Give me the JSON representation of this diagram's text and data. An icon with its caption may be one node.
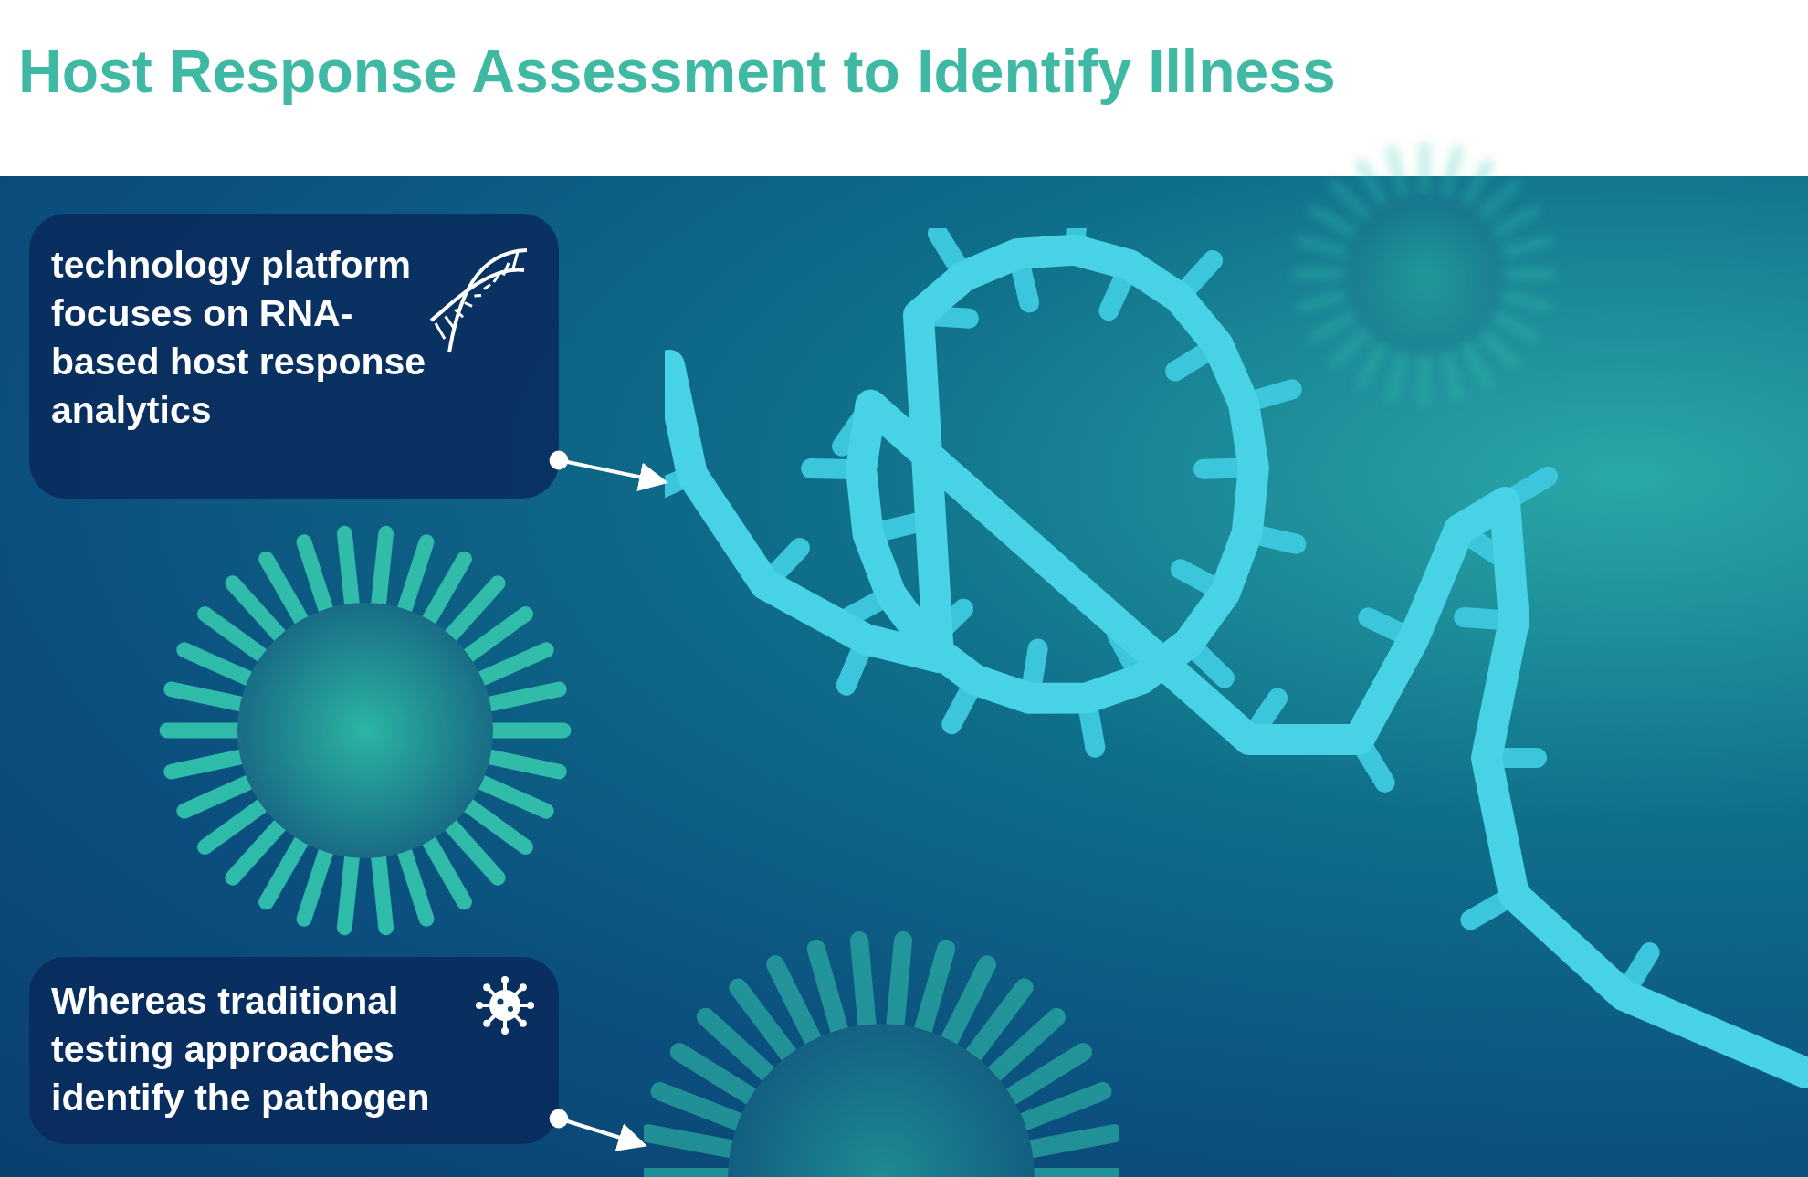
{
  "diagram": {
    "title": "Host Response Assessment to Identify Illness",
    "nodes": [
      {
        "text": [
          "technology platform focuses on RNA-based host response analytics"
        ]
      },
      {
        "text": [
          "Whereas traditional testing approaches identify the pathogen"
        ]
      },
      {
        "text": [],
        "shape": "picture"
      },
      {
        "text": [],
        "shape": "picture"
      }
    ],
    "edges": [
      {
        "from": 0,
        "to": 2,
        "arrow": "to"
      },
      {
        "from": 1,
        "to": 3,
        "arrow": "to"
      }
    ]
  }
}
